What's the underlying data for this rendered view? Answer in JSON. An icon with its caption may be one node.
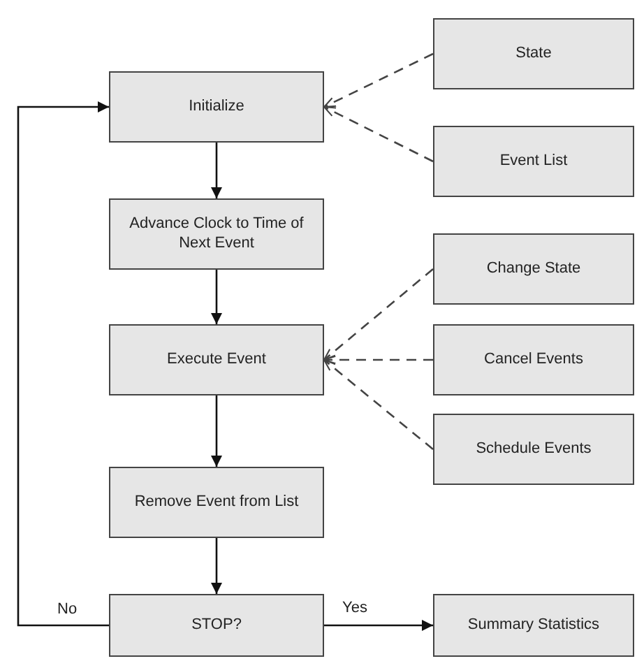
{
  "diagram": {
    "nodes": [
      {
        "text": [
          "Initialize"
        ]
      },
      {
        "text": [
          "Advance Clock to Time of Next Event"
        ]
      },
      {
        "text": [
          "Execute Event"
        ]
      },
      {
        "text": [
          "Remove Event from List"
        ]
      },
      {
        "text": [
          "STOP?"
        ]
      },
      {
        "text": [
          "State"
        ]
      },
      {
        "text": [
          "Event List"
        ]
      },
      {
        "text": [
          "Change State"
        ]
      },
      {
        "text": [
          "Cancel Events"
        ]
      },
      {
        "text": [
          "Schedule Events"
        ]
      },
      {
        "text": [
          "Summary Statistics"
        ]
      }
    ],
    "edges": [
      {
        "from": 0,
        "to": 1,
        "arrow": "to"
      },
      {
        "from": 1,
        "to": 2,
        "arrow": "to"
      },
      {
        "from": 2,
        "to": 3,
        "arrow": "to"
      },
      {
        "from": 3,
        "to": 4,
        "arrow": "to"
      },
      {
        "from": 4,
        "to": 0,
        "arrow": "to",
        "label": "No"
      },
      {
        "from": 4,
        "to": 10,
        "arrow": "to",
        "label": "Yes"
      },
      {
        "from": 5,
        "to": 0,
        "arrow": "to",
        "style": "dashed"
      },
      {
        "from": 6,
        "to": 0,
        "arrow": "to",
        "style": "dashed"
      },
      {
        "from": 7,
        "to": 2,
        "arrow": "to",
        "style": "dashed"
      },
      {
        "from": 8,
        "to": 2,
        "arrow": "to",
        "style": "dashed"
      },
      {
        "from": 9,
        "to": 2,
        "arrow": "to",
        "style": "dashed"
      }
    ]
  }
}
